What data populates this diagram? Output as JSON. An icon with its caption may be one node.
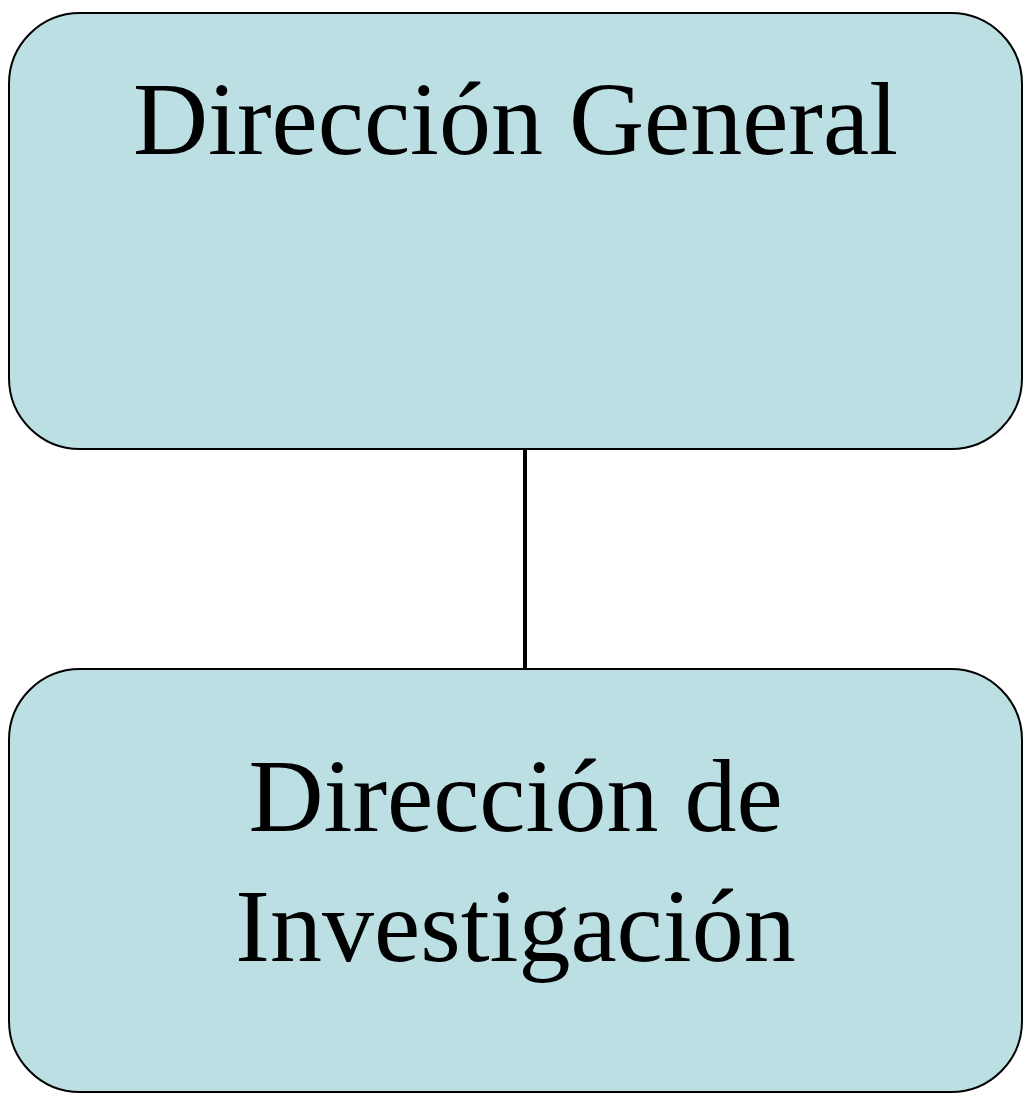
{
  "diagram": {
    "nodes": [
      {
        "text": [
          "Dirección General"
        ]
      },
      {
        "text": [
          "Dirección de Investigación"
        ]
      }
    ],
    "edges": [
      {
        "from": 0,
        "to": 1,
        "arrow": "none"
      }
    ]
  }
}
